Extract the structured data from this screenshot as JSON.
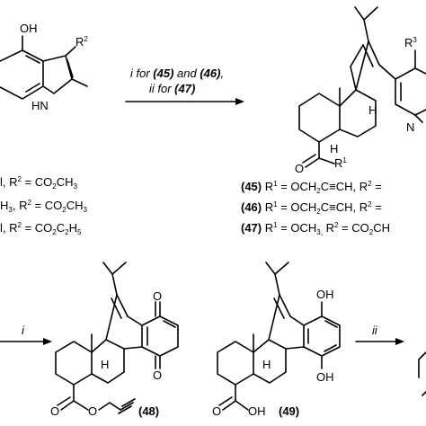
{
  "reaction1": {
    "reagents": {
      "part1": "i for ",
      "cmpd1": "(45)",
      "and": " and ",
      "cmpd2": "(46)",
      "comma": ",",
      "part2": "ii for ",
      "cmpd3": "(47)"
    }
  },
  "reactant": {
    "oh": "OH",
    "nh": "HN",
    "r2": "R",
    "r2_sup": "2",
    "subst": [
      {
        "prefix": "l, R",
        "sup": "2",
        "text": " = CO",
        "sub": "2",
        "tail": "CH",
        "sub2": "3"
      },
      {
        "prefix": "H",
        "sub0": "3",
        "mid": ", R",
        "sup": "2",
        "text": " = CO",
        "sub": "2",
        "tail": "CH",
        "sub2": "3"
      },
      {
        "prefix": "l, R",
        "sup": "2",
        "text": " = CO",
        "sub": "2",
        "tail": "C",
        "sub2": "2",
        "tail2": "H",
        "sub3": "5"
      }
    ]
  },
  "product_top": {
    "r3": "R",
    "r3_sup": "3",
    "h": "H",
    "h2": "H",
    "r1": "R",
    "r1_sup": "1",
    "o": "O",
    "nh": "N",
    "labels": [
      {
        "num": "(45)",
        "r1": " R",
        "sup1": "1",
        "eq": " = OCH",
        "s1": "2",
        "c": "C",
        "triple": "≡",
        "ch": "CH, R",
        "sup2": "2",
        "eq2": " ="
      },
      {
        "num": "(46)",
        "r1": " R",
        "sup1": "1",
        "eq": " = OCH",
        "s1": "2",
        "c": "C",
        "triple": "≡",
        "ch": "CH, R",
        "sup2": "2",
        "eq2": " ="
      },
      {
        "num": "(47)",
        "r1": " R",
        "sup1": "1",
        "eq": " = OCH",
        "s1": "3,",
        "c": " R",
        "sup2": "2",
        "eq2": " = CO",
        "s2": "2",
        "ch": "CH"
      }
    ]
  },
  "reaction2": {
    "reagent": "i"
  },
  "reaction3": {
    "reagent": "ii"
  },
  "compound48": {
    "label": "(48)",
    "o_top": "O",
    "o_bot": "O",
    "o_ester": "O",
    "o_ester2": "O",
    "h": "H"
  },
  "compound49": {
    "label": "(49)",
    "oh_top": "OH",
    "oh_bot": "OH",
    "o": "O",
    "oh_acid": "OH",
    "h": "H"
  }
}
